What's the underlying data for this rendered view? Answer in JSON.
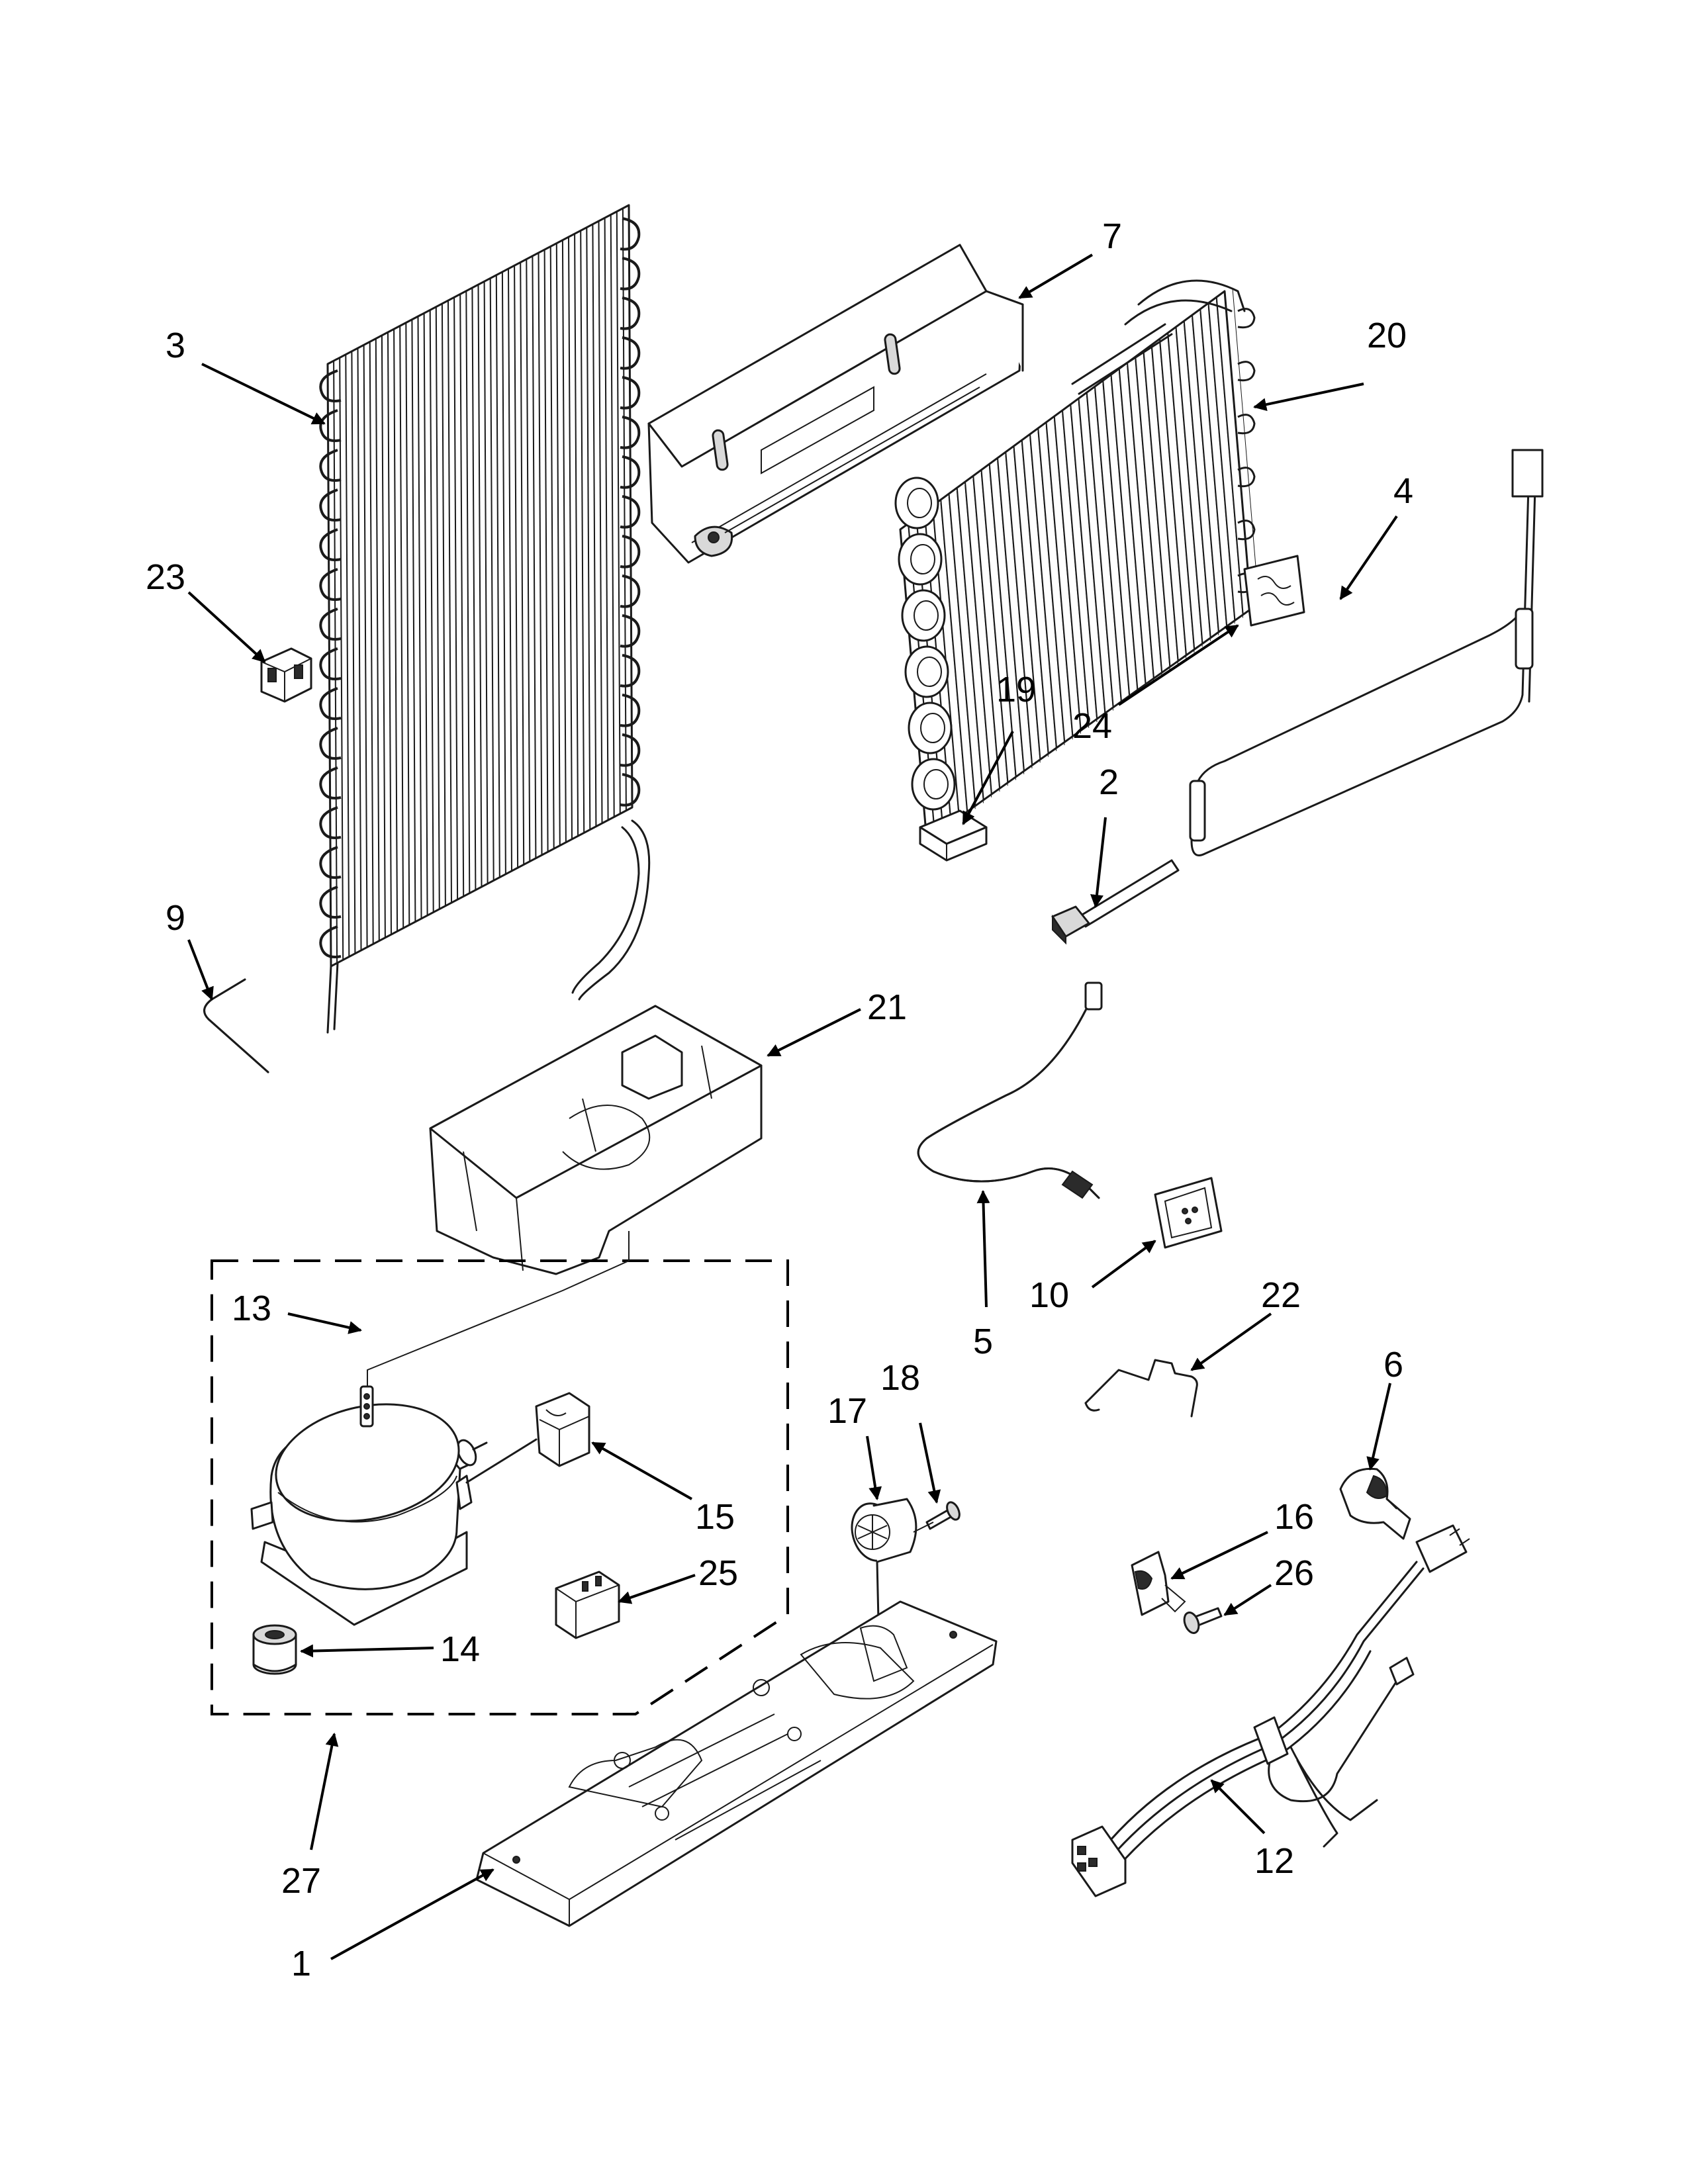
{
  "diagram": {
    "callouts": {
      "c1": "1",
      "c2": "2",
      "c3": "3",
      "c4": "4",
      "c5": "5",
      "c6": "6",
      "c7": "7",
      "c9": "9",
      "c10": "10",
      "c12": "12",
      "c13": "13",
      "c14": "14",
      "c15": "15",
      "c16": "16",
      "c17": "17",
      "c18": "18",
      "c19": "19",
      "c20": "20",
      "c21": "21",
      "c22": "22",
      "c23": "23",
      "c24": "24",
      "c25": "25",
      "c26": "26",
      "c27": "27"
    }
  }
}
